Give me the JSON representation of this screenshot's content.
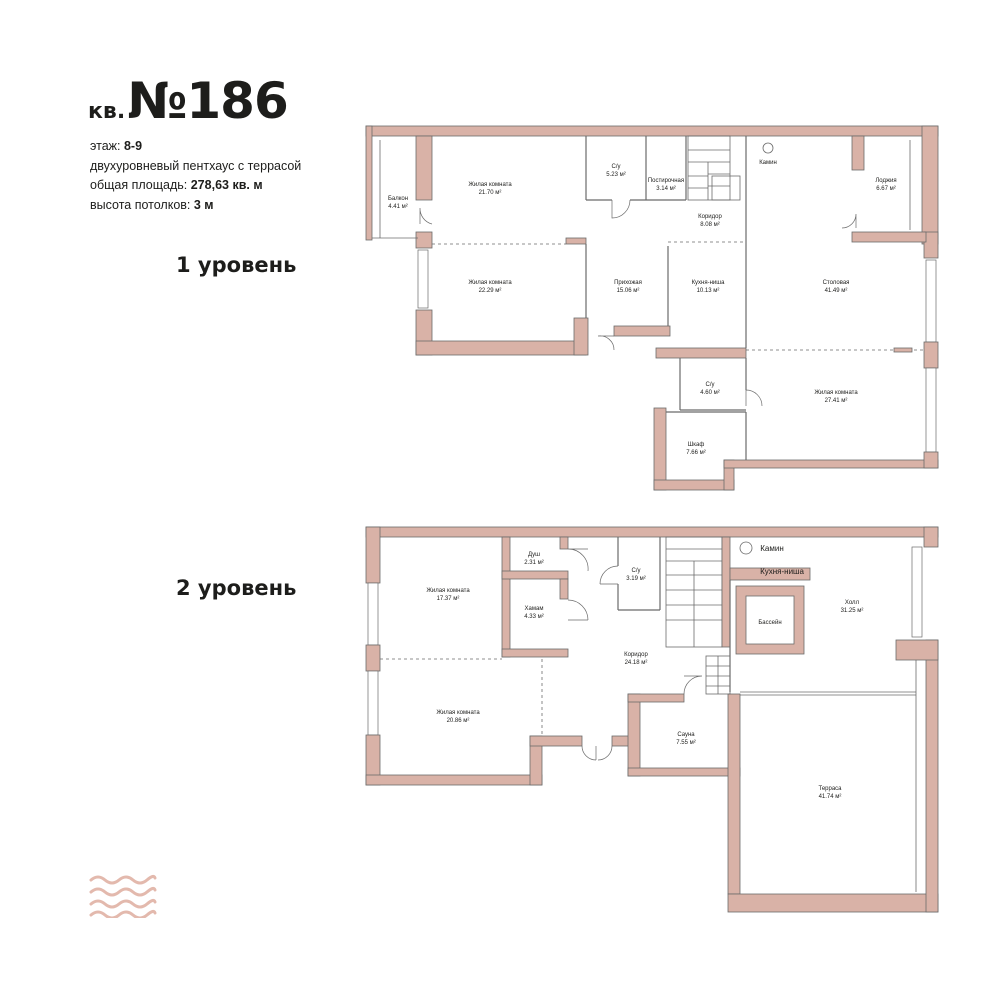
{
  "header": {
    "prefix": "кв.",
    "number": "№186"
  },
  "info": {
    "floor_label": "этаж: ",
    "floor_value": "8-9",
    "type": "двухуровневый пентхаус с террасой",
    "area_label": "общая площадь: ",
    "area_value": "278,63 кв. м",
    "height_label": "высота потолков: ",
    "height_value": "3 м"
  },
  "levels": {
    "level1": "1 уровень",
    "level2": "2 уровень"
  },
  "level1_rooms": {
    "balcony": {
      "name": "Балкон",
      "area": "4.41 м²"
    },
    "living1": {
      "name": "Жилая комната",
      "area": "21.70 м²"
    },
    "bath1": {
      "name": "С/у",
      "area": "5.23 м²"
    },
    "laundry": {
      "name": "Постирочная",
      "area": "3.14 м²"
    },
    "corridor": {
      "name": "Коридор",
      "area": "8.08 м²"
    },
    "fireplace": {
      "name": "Камин"
    },
    "loggia": {
      "name": "Лоджия",
      "area": "6.67 м²"
    },
    "living2": {
      "name": "Жилая комната",
      "area": "22.29 м²"
    },
    "hall": {
      "name": "Прихожая",
      "area": "15.06 м²"
    },
    "kitchen": {
      "name": "Кухня-ниша",
      "area": "10.13 м²"
    },
    "dining": {
      "name": "Столовая",
      "area": "41.49 м²"
    },
    "bath2": {
      "name": "С/у",
      "area": "4.60 м²"
    },
    "living3": {
      "name": "Жилая комната",
      "area": "27.41 м²"
    },
    "closet": {
      "name": "Шкаф",
      "area": "7.66 м²"
    }
  },
  "level2_rooms": {
    "shower": {
      "name": "Душ",
      "area": "2.31 м²"
    },
    "bath": {
      "name": "С/у",
      "area": "3.19 м²"
    },
    "fireplace": {
      "name": "Камин"
    },
    "kitchen": {
      "name": "Кухня-ниша"
    },
    "living1": {
      "name": "Жилая комната",
      "area": "17.37 м²"
    },
    "hammam": {
      "name": "Хамам",
      "area": "4.33 м²"
    },
    "hall": {
      "name": "Холл",
      "area": "31.25 м²"
    },
    "pool": {
      "name": "Бассейн"
    },
    "corridor": {
      "name": "Коридор",
      "area": "24.18 м²"
    },
    "living2": {
      "name": "Жилая комната",
      "area": "20.86 м²"
    },
    "sauna": {
      "name": "Сауна",
      "area": "7.55 м²"
    },
    "terrace": {
      "name": "Терраса",
      "area": "41.74 м²"
    }
  },
  "colors": {
    "wall": "#d9b2a7",
    "wall_stroke": "#6b6b6b",
    "text": "#1d1d1b"
  }
}
